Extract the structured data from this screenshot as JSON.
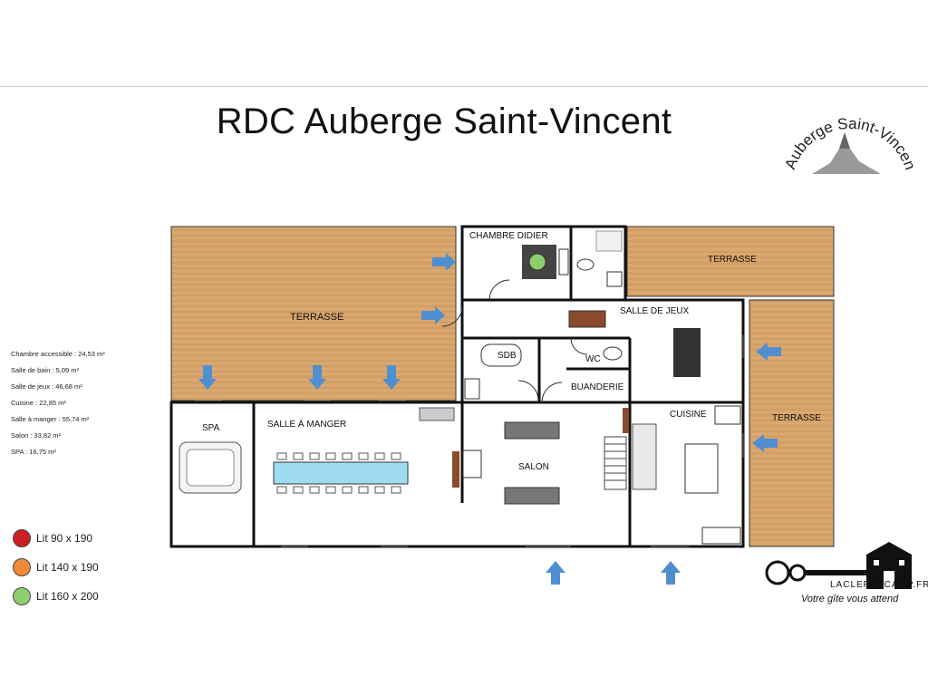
{
  "title": "RDC Auberge Saint-Vincent",
  "logo": {
    "text": "Auberge Saint-Vincent"
  },
  "areas": [
    "Chambre accessible : 24,53 m²",
    "Salle de bain : 5,09 m²",
    "Salle de jeux  : 46,68 m²",
    "Cuisine : 22,85 m²",
    "Salle à manger : 55,74 m²",
    "Salon : 33,82 m²",
    "SPA : 16,75 m²"
  ],
  "legend": [
    {
      "label": "Lit 90 x 190",
      "color": "#cc1f1f"
    },
    {
      "label": "Lit 140 x 190",
      "color": "#f08a3a"
    },
    {
      "label": "Lit 160 x 200",
      "color": "#8fce6e"
    }
  ],
  "rooms": {
    "terrasse_1": "TERRASSE",
    "terrasse_2": "TERRASSE",
    "terrasse_3": "TERRASSE",
    "chambre": "CHAMBRE DIDIER",
    "salle_jeux": "SALLE DE JEUX",
    "sdb": "SDB",
    "wc": "WC",
    "buanderie": "BUANDERIE",
    "spa": "SPA",
    "salle_manger": "SALLE À MANGER",
    "salon": "SALON",
    "cuisine": "CUISINE"
  },
  "brand": {
    "name": "LACLEFDECAMP.FR",
    "slogan": "Votre gîte vous attend"
  },
  "colors": {
    "terrace": "#d7a46b",
    "arrow": "#4f8fd1",
    "wall": "#111111"
  }
}
